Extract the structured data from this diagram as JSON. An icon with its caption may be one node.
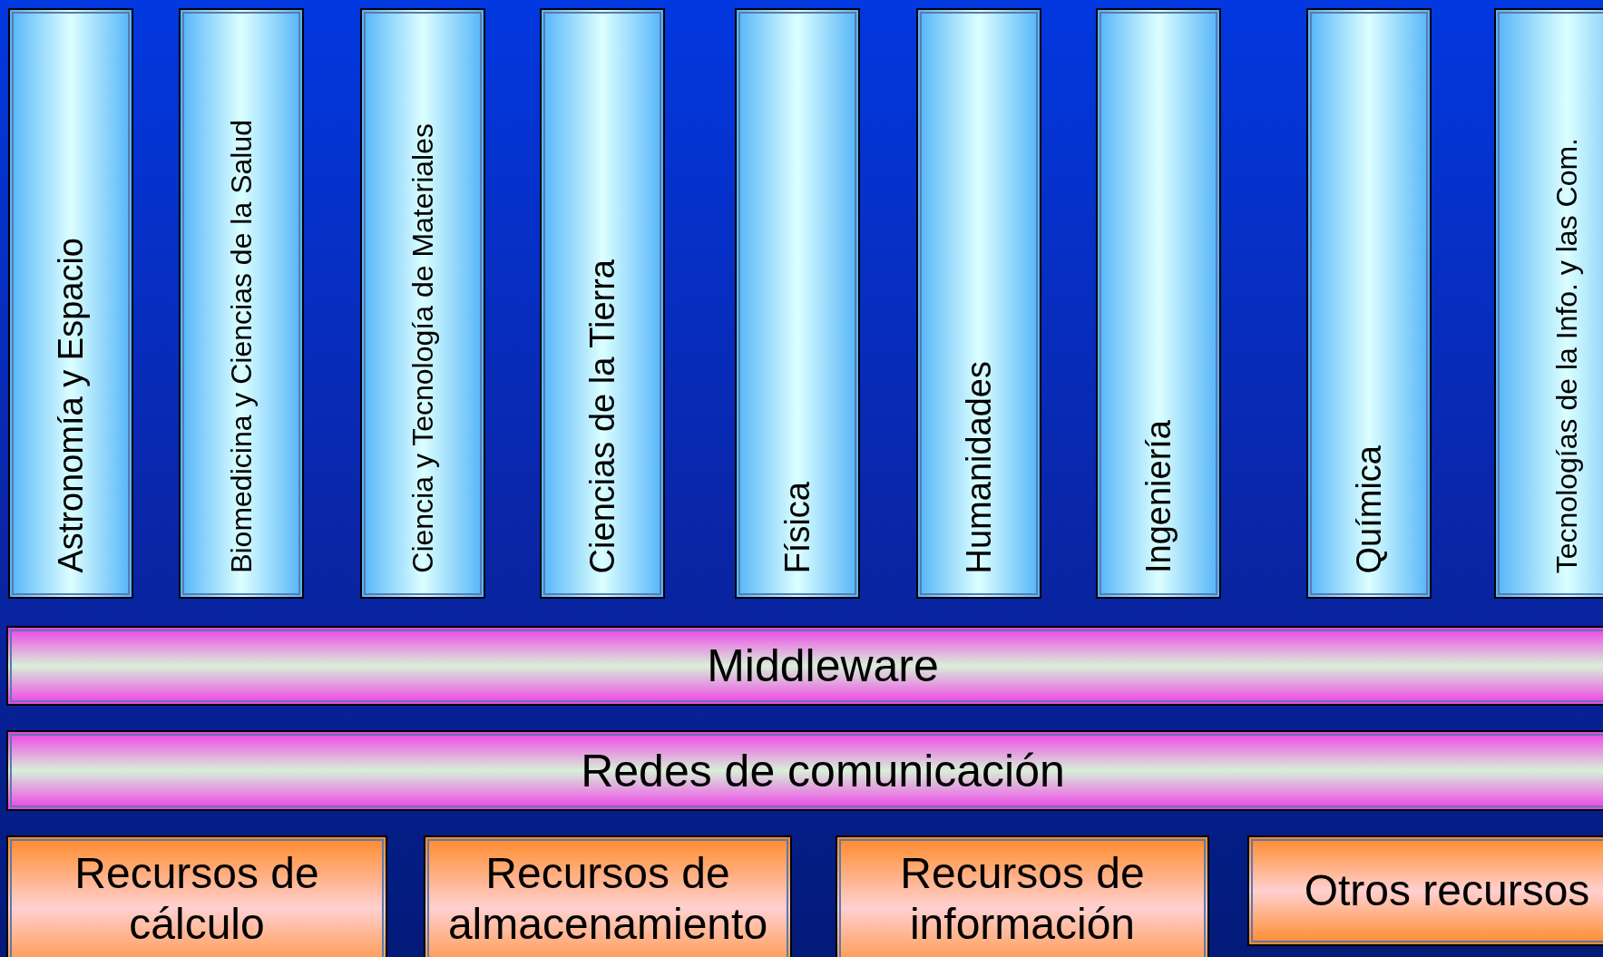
{
  "diagram": {
    "nodes": [
      {
        "text": [
          "Astronomía y Espacio"
        ]
      },
      {
        "text": [
          "Biomedicina y Ciencias de la Salud"
        ]
      },
      {
        "text": [
          "Ciencia y Tecnología de Materiales"
        ]
      },
      {
        "text": [
          "Ciencias de la Tierra"
        ]
      },
      {
        "text": [
          "Física"
        ]
      },
      {
        "text": [
          "Humanidades"
        ]
      },
      {
        "text": [
          "Ingeniería"
        ]
      },
      {
        "text": [
          "Química"
        ]
      },
      {
        "text": [
          "Tecnologías de la Info. y las Com."
        ]
      },
      {
        "text": [
          "Middleware"
        ]
      },
      {
        "text": [
          "Redes de comunicación"
        ]
      },
      {
        "text": [
          "Recursos de cálculo"
        ]
      },
      {
        "text": [
          "Recursos de almacenamiento"
        ]
      },
      {
        "text": [
          "Recursos de información"
        ]
      },
      {
        "text": [
          "Otros recursos"
        ]
      }
    ],
    "edges": []
  }
}
